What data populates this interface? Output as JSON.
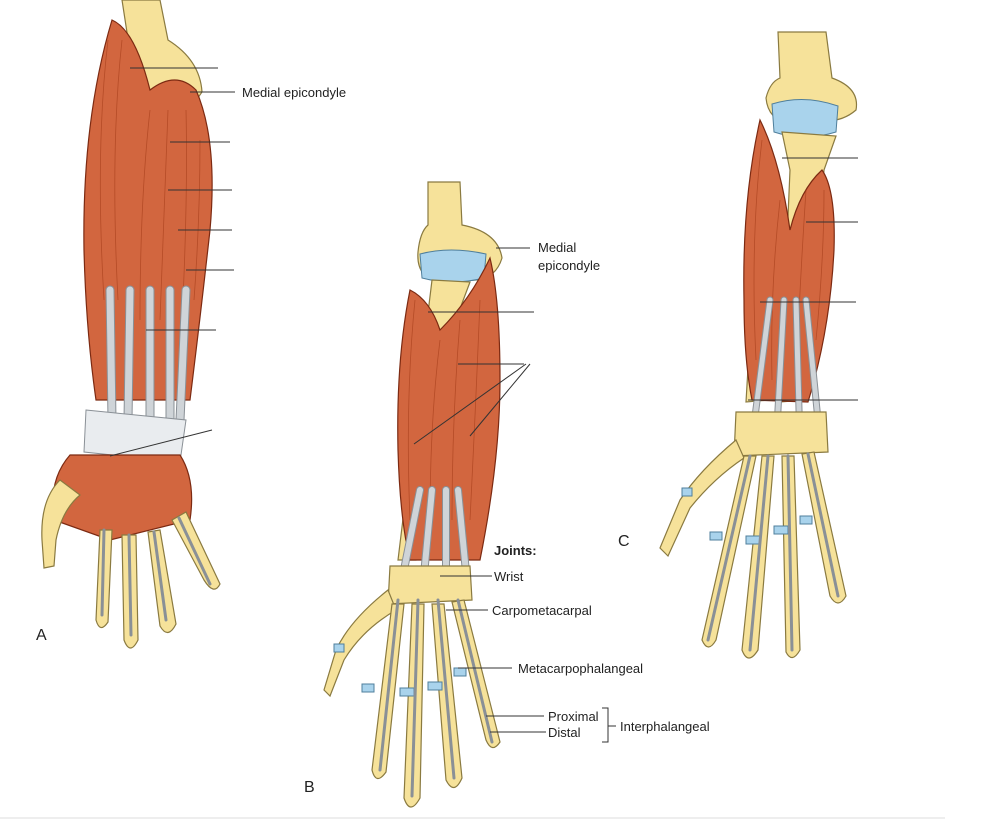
{
  "colors": {
    "muscle": "#d2663f",
    "muscle_dark": "#a13f1f",
    "bone": "#f6e29a",
    "cartilage": "#a9d3ec",
    "tendon": "#cfd4d8",
    "background": "#ffffff"
  },
  "panels": {
    "a": {
      "letter": "A",
      "label_medial_epicondyle": "Medial epicondyle"
    },
    "b": {
      "letter": "B",
      "label_medial": "Medial",
      "label_epicondyle": "epicondyle",
      "joints_heading": "Joints:",
      "joints": {
        "wrist": "Wrist",
        "carpometacarpal": "Carpometacarpal",
        "metacarpophalangeal": "Metacarpophalangeal",
        "proximal": "Proximal",
        "distal": "Distal",
        "interphalangeal": "Interphalangeal"
      }
    },
    "c": {
      "letter": "C"
    }
  }
}
